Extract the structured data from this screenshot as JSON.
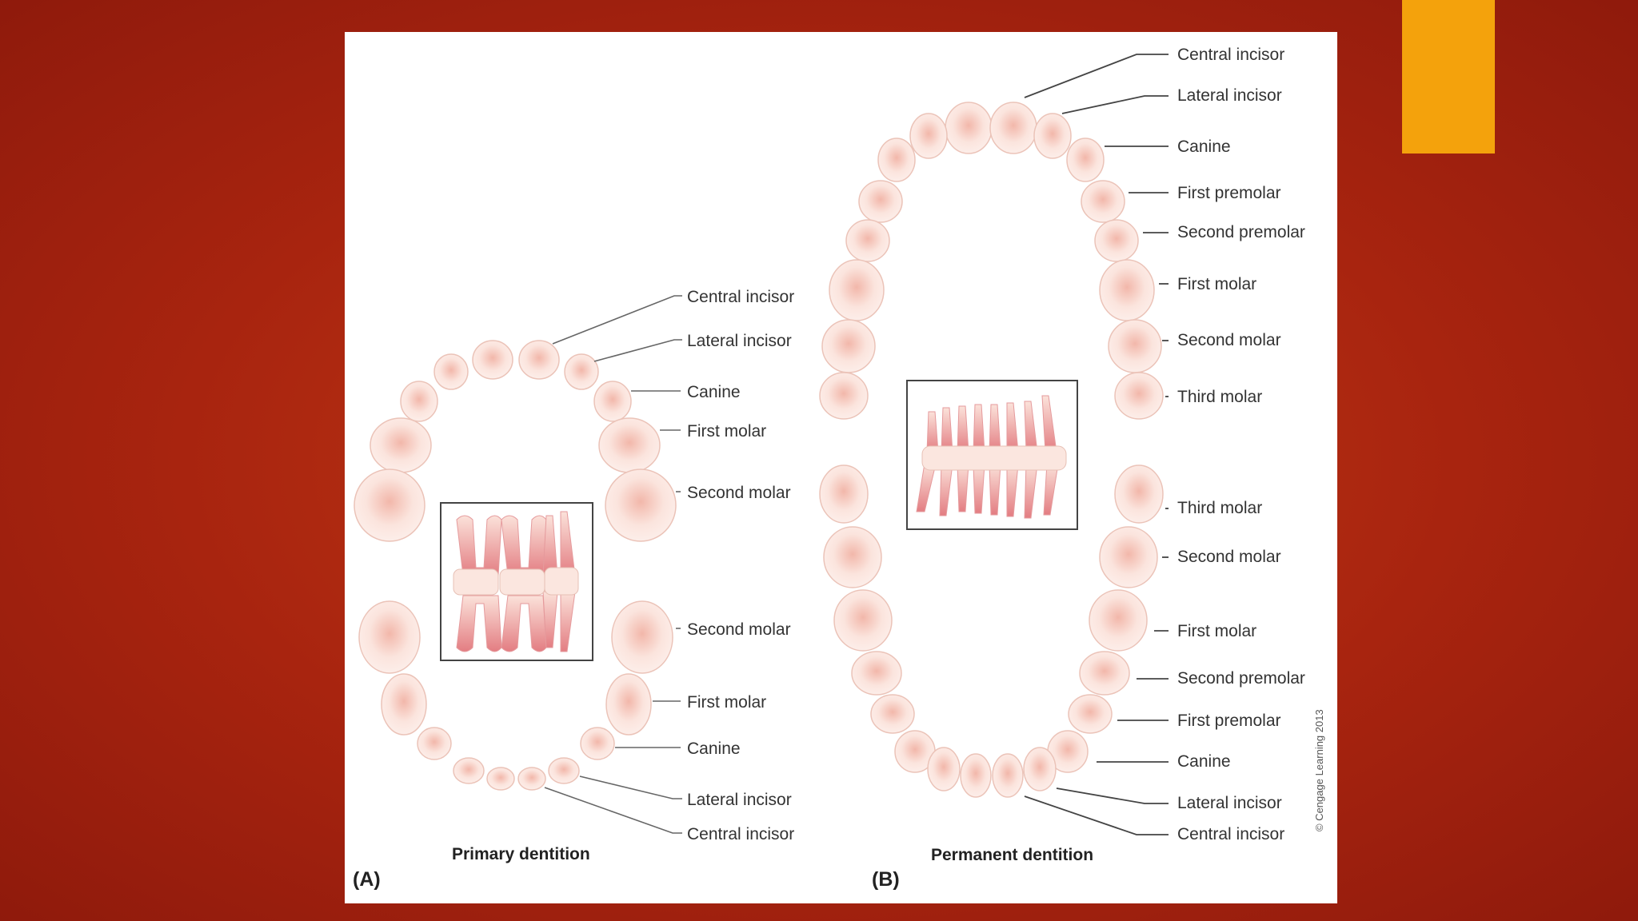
{
  "colors": {
    "background": "#b22a10",
    "accent": "#f4a20c",
    "tooth_fill": "#fbe3dc",
    "tooth_stroke": "#e8b9ad",
    "root_pink": "#e9878a"
  },
  "primary": {
    "letter": "(A)",
    "caption": "Primary dentition",
    "upper_labels": [
      "Central incisor",
      "Lateral incisor",
      "Canine",
      "First molar",
      "Second molar"
    ],
    "lower_labels": [
      "Second molar",
      "First molar",
      "Canine",
      "Lateral incisor",
      "Central incisor"
    ]
  },
  "permanent": {
    "letter": "(B)",
    "caption": "Permanent dentition",
    "upper_labels": [
      "Central incisor",
      "Lateral incisor",
      "Canine",
      "First premolar",
      "Second premolar",
      "First molar",
      "Second molar",
      "Third molar"
    ],
    "lower_labels": [
      "Third molar",
      "Second molar",
      "First molar",
      "Second premolar",
      "First premolar",
      "Canine",
      "Lateral incisor",
      "Central incisor"
    ]
  },
  "copyright": "© Cengage Learning 2013"
}
